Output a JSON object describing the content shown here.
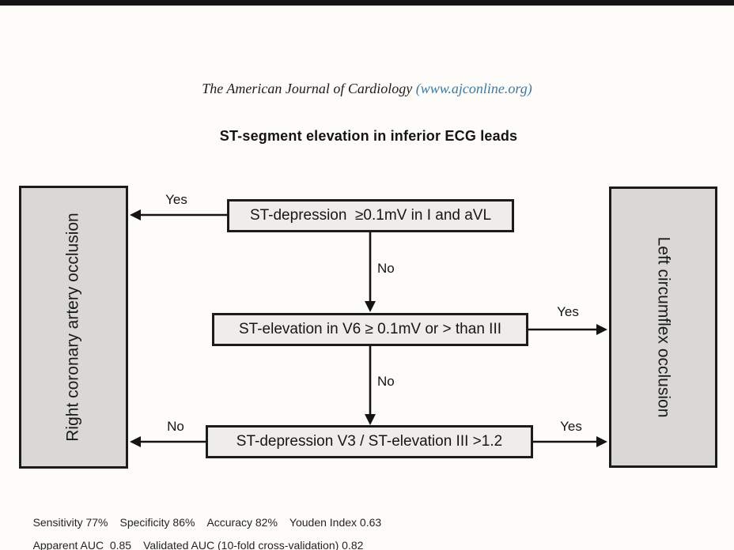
{
  "header": {
    "journal_prefix": "The American Journal of Cardiology ",
    "journal_link": "(www.ajconline.org)",
    "title": "ST-segment elevation in inferior ECG leads"
  },
  "flowchart": {
    "outcome_left": "Right coronary artery occlusion",
    "outcome_right": "Left circumflex occlusion",
    "decisions": [
      "ST-depression  ≥0.1mV in I and aVL",
      "ST-elevation in V6 ≥ 0.1mV or > than III",
      "ST-depression V3 / ST-elevation III >1.2"
    ],
    "branch_labels": {
      "decision1_yes": "Yes",
      "decision1_no": "No",
      "decision2_yes": "Yes",
      "decision2_no": "No",
      "decision3_no": "No",
      "decision3_yes": "Yes"
    }
  },
  "stats": {
    "line1": [
      "Sensitivity 77%",
      "Specificity 86%",
      "Accuracy 82%",
      "Youden Index 0.63"
    ],
    "line2": [
      "Apparent AUC  0.85",
      "Validated AUC (10-fold cross-validation) 0.82"
    ]
  },
  "colors": {
    "link_blue": "#3a7ba6",
    "decision_fill": "#eeedea",
    "outcome_fill": "#d9d8d5",
    "line_black": "#141414"
  }
}
